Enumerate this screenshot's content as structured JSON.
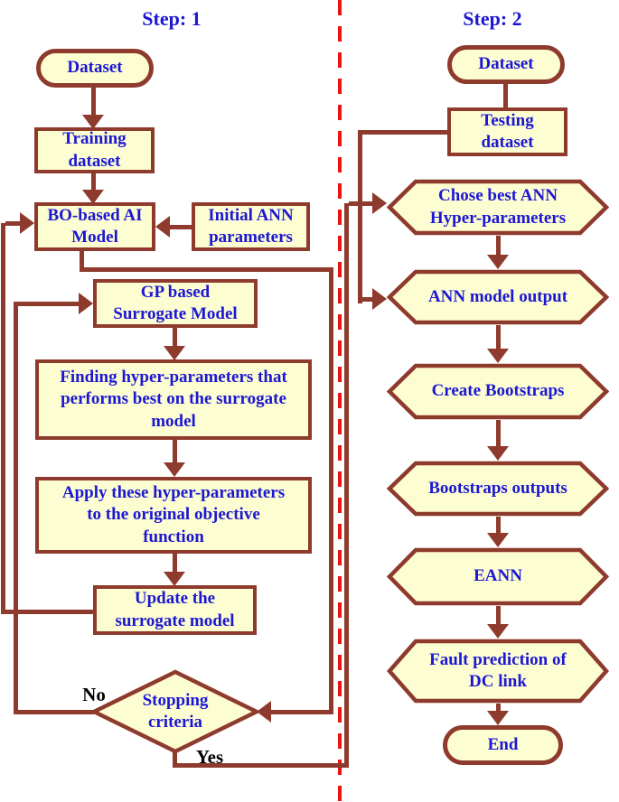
{
  "colors": {
    "shape_border": "#8e3a2c",
    "shape_fill": "#fdfdd2",
    "node_text": "#1c17d2",
    "divider_red": "#ee1111",
    "branch_label_text": "#000000"
  },
  "step1": {
    "title": "Step: 1",
    "nodes": {
      "dataset": "Dataset",
      "training": "Training\ndataset",
      "bo_model": "BO-based AI\nModel",
      "initial_params": "Initial ANN\nparameters",
      "gp_surrogate": "GP based\nSurrogate Model",
      "finding": "Finding hyper-parameters that\nperforms best on the surrogate\nmodel",
      "apply": "Apply these hyper-parameters\nto the original objective\nfunction",
      "update": "Update the\nsurrogate model",
      "stopping": "Stopping\ncriteria"
    },
    "labels": {
      "no": "No",
      "yes": "Yes"
    }
  },
  "step2": {
    "title": "Step: 2",
    "nodes": {
      "dataset": "Dataset",
      "testing": "Testing\ndataset",
      "chose": "Chose best ANN\nHyper-parameters",
      "ann_output": "ANN model output",
      "create_bootstraps": "Create Bootstraps",
      "bootstraps_outputs": "Bootstraps outputs",
      "eann": "EANN",
      "fault": "Fault prediction of\nDC link",
      "end": "End"
    }
  }
}
